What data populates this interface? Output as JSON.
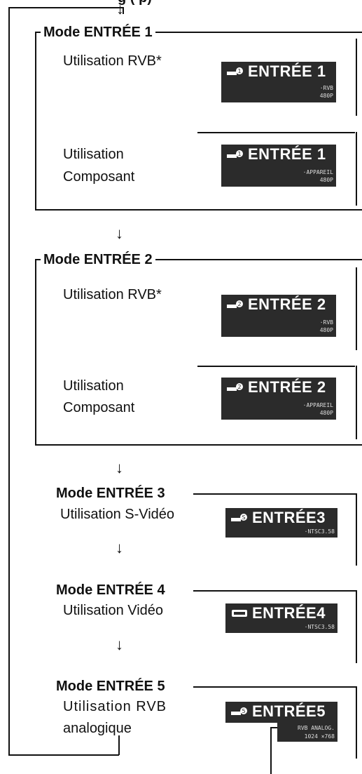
{
  "header_text": "g        (        p)",
  "sections": [
    {
      "title": "Mode ENTRÉE 1",
      "items": [
        {
          "label": "Utilisation RVB*",
          "screen": {
            "name": "ENTRÉE 1",
            "line1": "·RVB",
            "line2": "480P"
          }
        },
        {
          "label_line1": "Utilisation",
          "label_line2": "Composant",
          "screen": {
            "name": "ENTRÉE 1",
            "line1": "·APPAREIL",
            "line2": "480P"
          }
        }
      ]
    },
    {
      "title": "Mode ENTRÉE 2",
      "items": [
        {
          "label": "Utilisation RVB*",
          "screen": {
            "name": "ENTRÉE 2",
            "line1": "·RVB",
            "line2": "480P"
          }
        },
        {
          "label_line1": "Utilisation",
          "label_line2": "Composant",
          "screen": {
            "name": "ENTRÉE 2",
            "line1": "·APPAREIL",
            "line2": "480P"
          }
        }
      ]
    },
    {
      "title": "Mode ENTRÉE 3",
      "label": "Utilisation S-Vidéo",
      "screen": {
        "name": "ENTRÉE3",
        "line1": "·NTSC3.58"
      }
    },
    {
      "title": "Mode ENTRÉE 4",
      "label": "Utilisation Vidéo",
      "screen": {
        "name": "ENTRÉE4",
        "line1": "·NTSC3.58"
      }
    },
    {
      "title": "Mode ENTRÉE 5",
      "label_line1": "Utilisation  RVB",
      "label_line2": "analogique",
      "screen": {
        "name": "ENTRÉE5",
        "line1": "RVB ANALOG.",
        "line2": "1024 ×768"
      }
    }
  ],
  "arrow": "↓"
}
